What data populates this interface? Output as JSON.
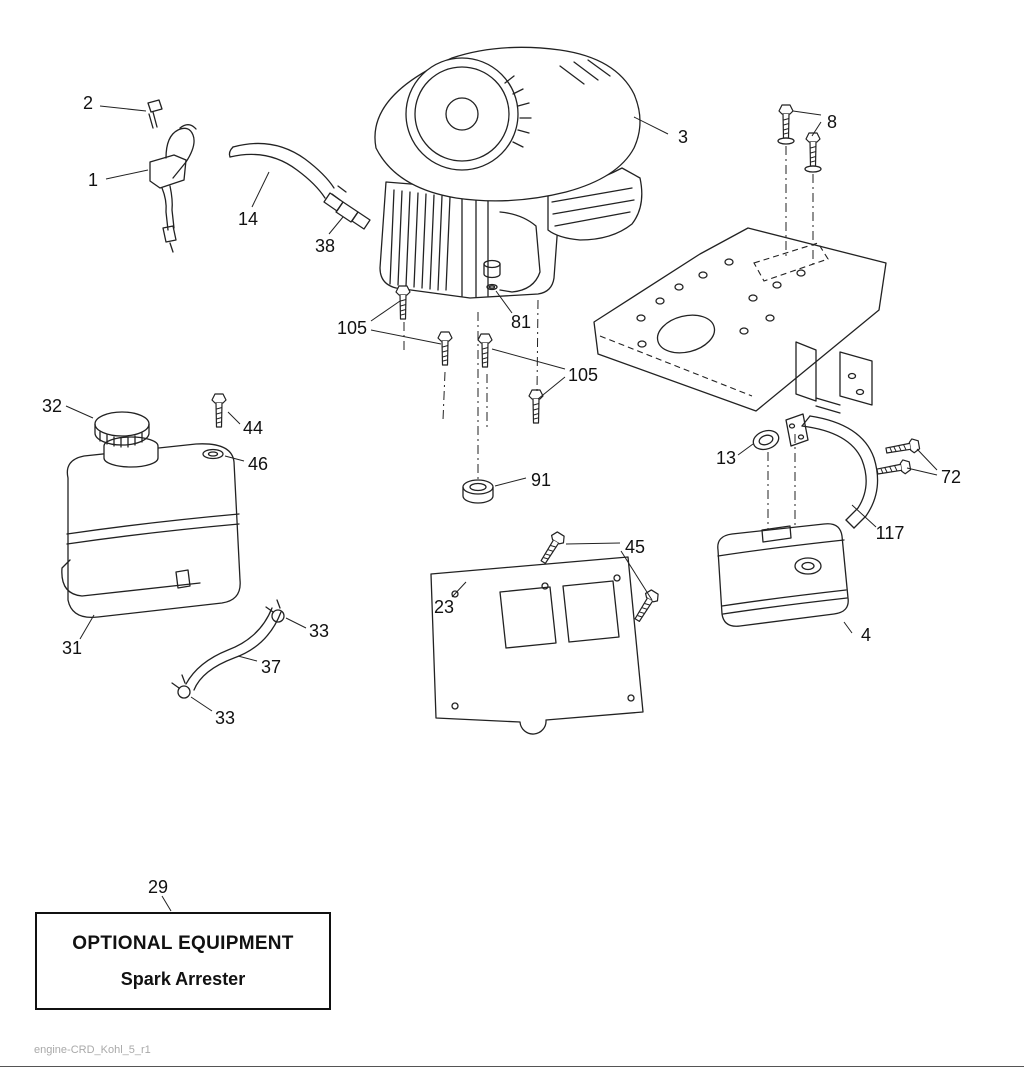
{
  "page": {
    "background_color": "#ffffff",
    "line_color": "#222222",
    "footer_text": "engine-CRD_Kohl_5_r1"
  },
  "optional_equipment": {
    "callout": "29",
    "title": "OPTIONAL EQUIPMENT",
    "subtitle": "Spark Arrester"
  },
  "callouts": [
    {
      "part": "throttle-screw",
      "text": "2"
    },
    {
      "part": "throttle-control",
      "text": "1"
    },
    {
      "part": "fuel-line-upper",
      "text": "14"
    },
    {
      "part": "fuel-fitting",
      "text": "38"
    },
    {
      "part": "engine",
      "text": "3"
    },
    {
      "part": "engine-mount-bolts",
      "text": "8"
    },
    {
      "part": "engine-bolts-left",
      "text": "105"
    },
    {
      "part": "spacer",
      "text": "81"
    },
    {
      "part": "engine-bolts-right",
      "text": "105"
    },
    {
      "part": "fuel-tank-cap",
      "text": "32"
    },
    {
      "part": "tank-screw",
      "text": "44"
    },
    {
      "part": "tank-washer",
      "text": "46"
    },
    {
      "part": "grommet",
      "text": "91"
    },
    {
      "part": "exhaust-gasket",
      "text": "13"
    },
    {
      "part": "muffler-bolts",
      "text": "72"
    },
    {
      "part": "exhaust-pipe",
      "text": "117"
    },
    {
      "part": "shield-screws",
      "text": "45"
    },
    {
      "part": "heat-shield",
      "text": "23"
    },
    {
      "part": "hose-clamp-upper",
      "text": "33"
    },
    {
      "part": "fuel-line-lower",
      "text": "37"
    },
    {
      "part": "fuel-tank",
      "text": "31"
    },
    {
      "part": "muffler",
      "text": "4"
    },
    {
      "part": "hose-clamp-lower",
      "text": "33"
    }
  ]
}
